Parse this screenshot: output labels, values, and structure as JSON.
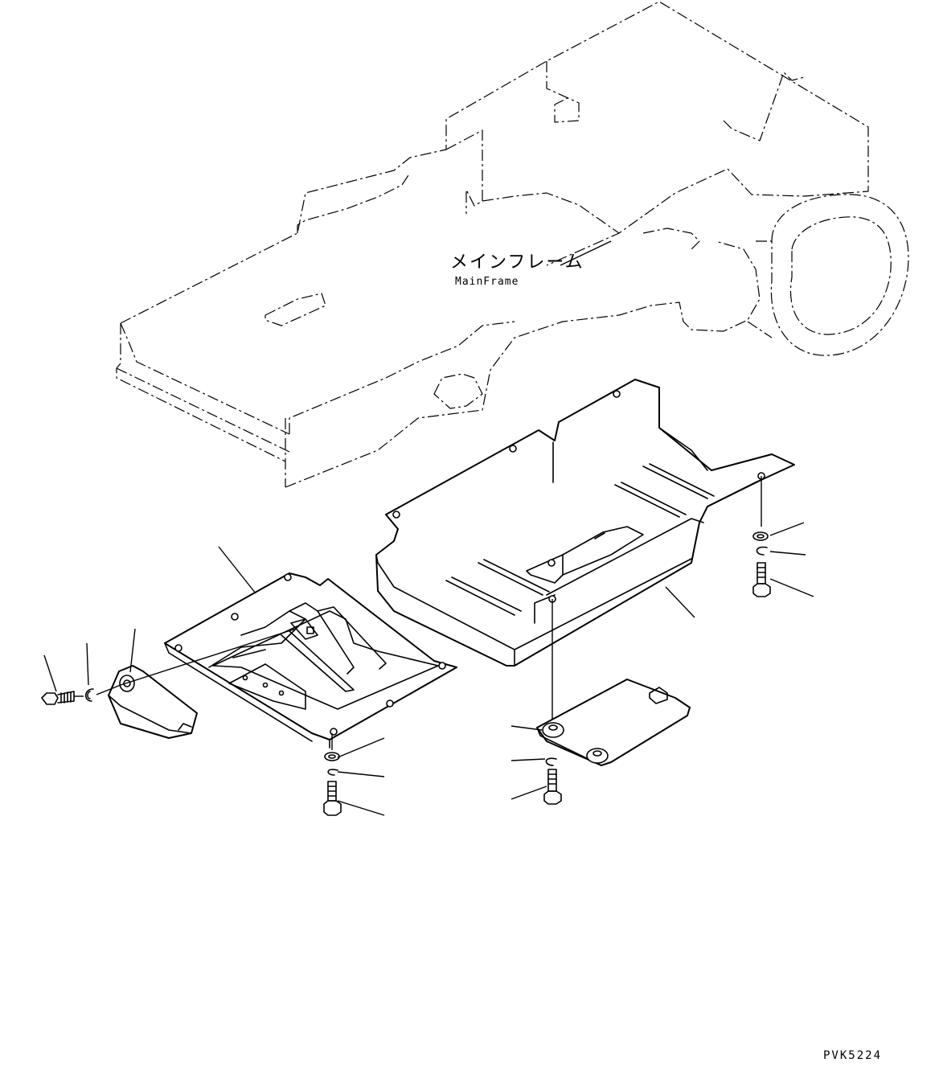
{
  "main_frame": {
    "label_jp": "メインフレーム",
    "label_en": "MainFrame"
  },
  "drawing_code": "PVK5224",
  "icons": {
    "main_frame": "main-frame-outline",
    "left_cover": "left-undercover-plate",
    "right_cover": "right-undercover-tray",
    "small_bracket": "small-bracket",
    "access_cover": "access-cover-plate",
    "bolt": "bolt",
    "washer": "washer",
    "lock_washer": "spring-lock-washer"
  }
}
